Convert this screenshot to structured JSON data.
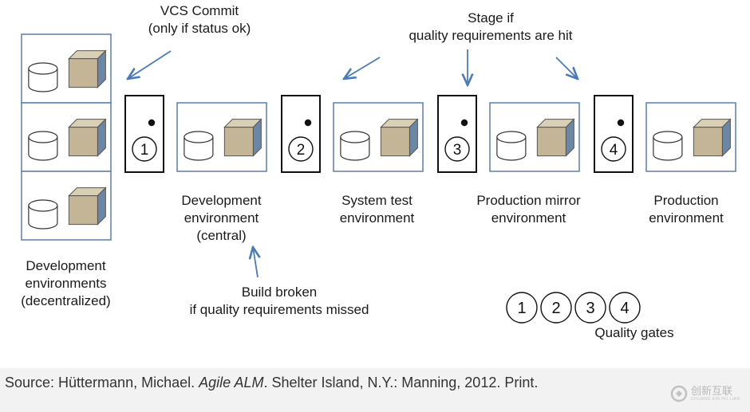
{
  "labels": {
    "vcs_commit": [
      "VCS Commit",
      "(only if status ok)"
    ],
    "stage_if": [
      "Stage if",
      "quality requirements are hit"
    ],
    "dev_decentral": [
      "Development",
      "environments",
      "(decentralized)"
    ],
    "dev_central": [
      "Development",
      "environment",
      "(central)"
    ],
    "system_test": [
      "System test",
      "environment"
    ],
    "prod_mirror": [
      "Production mirror",
      "environment"
    ],
    "production": [
      "Production",
      "environment"
    ],
    "build_broken": [
      "Build broken",
      "if quality requirements missed"
    ],
    "quality_gates": "Quality gates"
  },
  "gates": [
    "1",
    "2",
    "3",
    "4"
  ],
  "legend_gates": [
    "1",
    "2",
    "3",
    "4"
  ],
  "source": {
    "prefix": "Source: Hüttermann, Michael. ",
    "title": "Agile ALM",
    "suffix": ". Shelter Island, N.Y.: Manning, 2012. Print."
  },
  "watermark": {
    "text": "创新互联",
    "subtext": "CHUANG XIN HU LIAN"
  },
  "colors": {
    "env_border": "#5b7fa6",
    "arrow": "#4a7ab8",
    "cube_front": "#c4b596",
    "cube_top": "#d8cfb4",
    "cube_side": "#6c87a6",
    "gate_border": "#111111"
  }
}
